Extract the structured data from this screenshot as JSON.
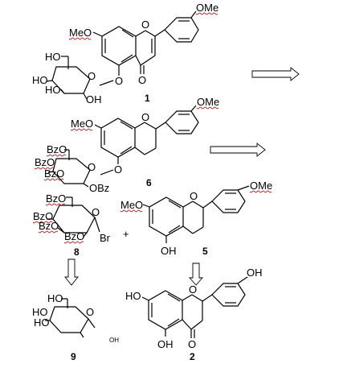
{
  "compounds": [
    {
      "id": "c1",
      "number": "1",
      "labels": {
        "ome_top": "OMe",
        "meo_left": "MeO",
        "ring_o": "O",
        "carbonyl_o": "O",
        "glyco_o": "O",
        "ho_ch2": "HO",
        "ho_a": "HO",
        "ho_b": "HO",
        "oh_c": "OH",
        "sugar_o": "O"
      }
    },
    {
      "id": "c6",
      "number": "6",
      "labels": {
        "ome_top": "OMe",
        "meo_left": "MeO",
        "ring_o": "O",
        "glyco_o": "O",
        "bzo_ch2": "BzO",
        "bzo_a": "BzO",
        "bzo_b": "BzO",
        "obz_c": "OBz",
        "sugar_o": "O"
      }
    },
    {
      "id": "c8",
      "number": "8",
      "labels": {
        "bzo_ch2": "BzO",
        "bzo_a": "BzO",
        "bzo_b": "BzO",
        "bzo_c": "BzO",
        "sugar_o": "O",
        "br": "Br"
      }
    },
    {
      "id": "c5",
      "number": "5",
      "labels": {
        "ome_top": "OMe",
        "meo_left": "MeO",
        "ring_o": "O",
        "oh": "OH"
      }
    },
    {
      "id": "c9",
      "number": "9",
      "labels": {
        "ho_ch2": "HO",
        "ho_a": "HO",
        "ho_b": "HO",
        "sugar_o": "O",
        "tail": "OH"
      }
    },
    {
      "id": "c2",
      "number": "2",
      "labels": {
        "oh_top": "OH",
        "ho_left": "HO",
        "ring_o": "O",
        "carbonyl_o": "O",
        "oh_bottom": "OH"
      }
    }
  ],
  "plus_sign": "+",
  "arrows": {
    "a1": {
      "type": "retrosynthesis",
      "direction": "right"
    },
    "a2": {
      "type": "retrosynthesis",
      "direction": "right"
    },
    "a3": {
      "type": "forward",
      "direction": "down"
    },
    "a4": {
      "type": "forward",
      "direction": "down"
    }
  },
  "colors": {
    "bond": "#000000",
    "wavy_underline": "#b00000"
  }
}
